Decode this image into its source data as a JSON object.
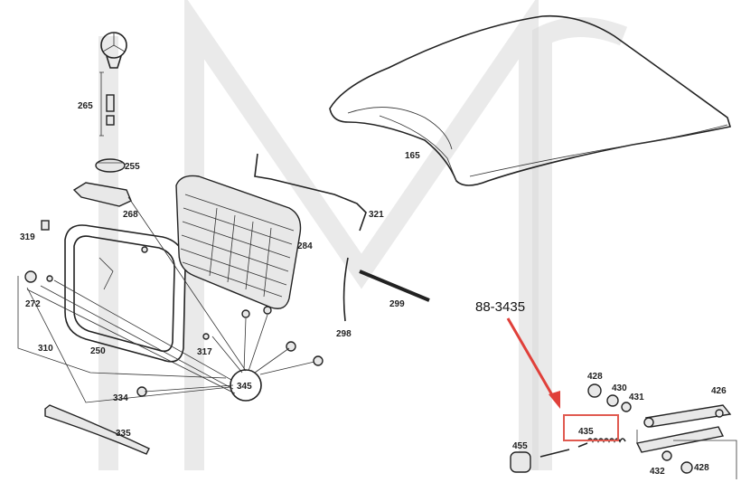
{
  "callout": {
    "part_number": "88-3435",
    "highlighted_label": "435",
    "arrow_color": "#e0403a",
    "box_color": "#e05a50"
  },
  "labels": [
    {
      "id": "265",
      "text": "265"
    },
    {
      "id": "255",
      "text": "255"
    },
    {
      "id": "268",
      "text": "268"
    },
    {
      "id": "319",
      "text": "319"
    },
    {
      "id": "272",
      "text": "272"
    },
    {
      "id": "310",
      "text": "310"
    },
    {
      "id": "250",
      "text": "250"
    },
    {
      "id": "334",
      "text": "334"
    },
    {
      "id": "335",
      "text": "335"
    },
    {
      "id": "317",
      "text": "317"
    },
    {
      "id": "345",
      "text": "345"
    },
    {
      "id": "284",
      "text": "284"
    },
    {
      "id": "321",
      "text": "321"
    },
    {
      "id": "298",
      "text": "298"
    },
    {
      "id": "299",
      "text": "299"
    },
    {
      "id": "165",
      "text": "165"
    },
    {
      "id": "428a",
      "text": "428"
    },
    {
      "id": "430",
      "text": "430"
    },
    {
      "id": "431",
      "text": "431"
    },
    {
      "id": "426",
      "text": "426"
    },
    {
      "id": "455",
      "text": "455"
    },
    {
      "id": "432",
      "text": "432"
    },
    {
      "id": "428b",
      "text": "428"
    }
  ]
}
